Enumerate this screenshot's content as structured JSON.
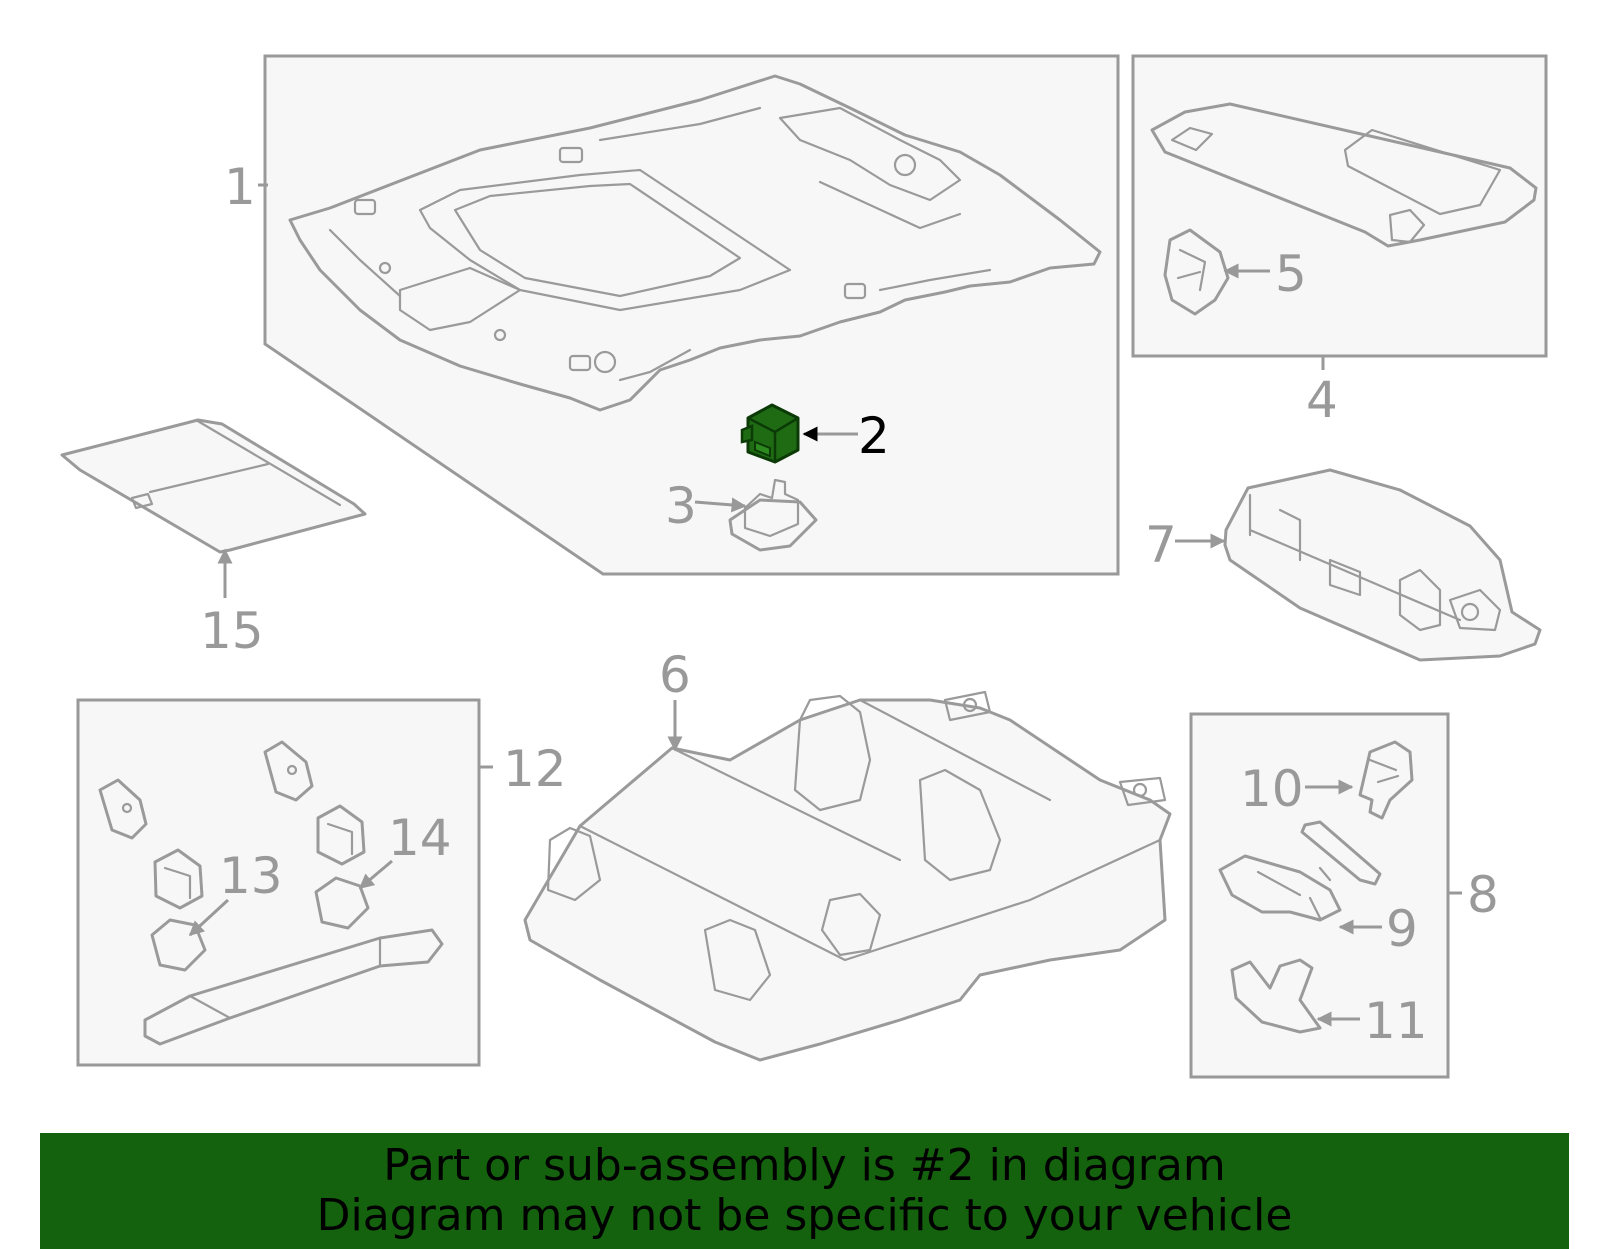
{
  "colors": {
    "line": "#999999",
    "box_fill": "#f7f7f7",
    "highlight": "#1f6b14",
    "banner": "#14620e",
    "banner_text": "#000000"
  },
  "callouts": {
    "c1": "1",
    "c2": "2",
    "c3": "3",
    "c4": "4",
    "c5": "5",
    "c6": "6",
    "c7": "7",
    "c8": "8",
    "c9": "9",
    "c10": "10",
    "c11": "11",
    "c12": "12",
    "c13": "13",
    "c14": "14",
    "c15": "15"
  },
  "highlighted_part": "2",
  "banner": {
    "line1": "Part or sub-assembly is #2 in diagram",
    "line2": "Diagram may not be specific to your vehicle"
  }
}
